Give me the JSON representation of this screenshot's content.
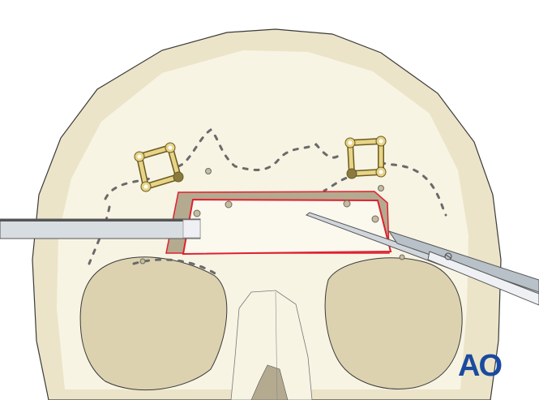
{
  "figure": {
    "subject": "Frontal view of skull with bone flap and plates",
    "elements": [
      "skull",
      "suture-line-dashed",
      "plate-left",
      "plate-right",
      "bone-flap",
      "retractor-instrument",
      "scissors-instrument",
      "orbits",
      "nasal-bone"
    ]
  },
  "logo": {
    "text": "AO",
    "color": "#1a4aa0"
  },
  "colors": {
    "bone": "#f8f4e4",
    "bone_shade": "#ece4c8",
    "bone_dark": "#dcd2b0",
    "outline": "#3a3a3a",
    "suture": "#6a6a6a",
    "plate": "#e8d488",
    "plate_outline": "#6a5a20",
    "flap_outline": "#e02030",
    "flap_shadow": "#b4aa90",
    "instrument": "#d0d6dc",
    "instrument_light": "#eef0f4"
  }
}
